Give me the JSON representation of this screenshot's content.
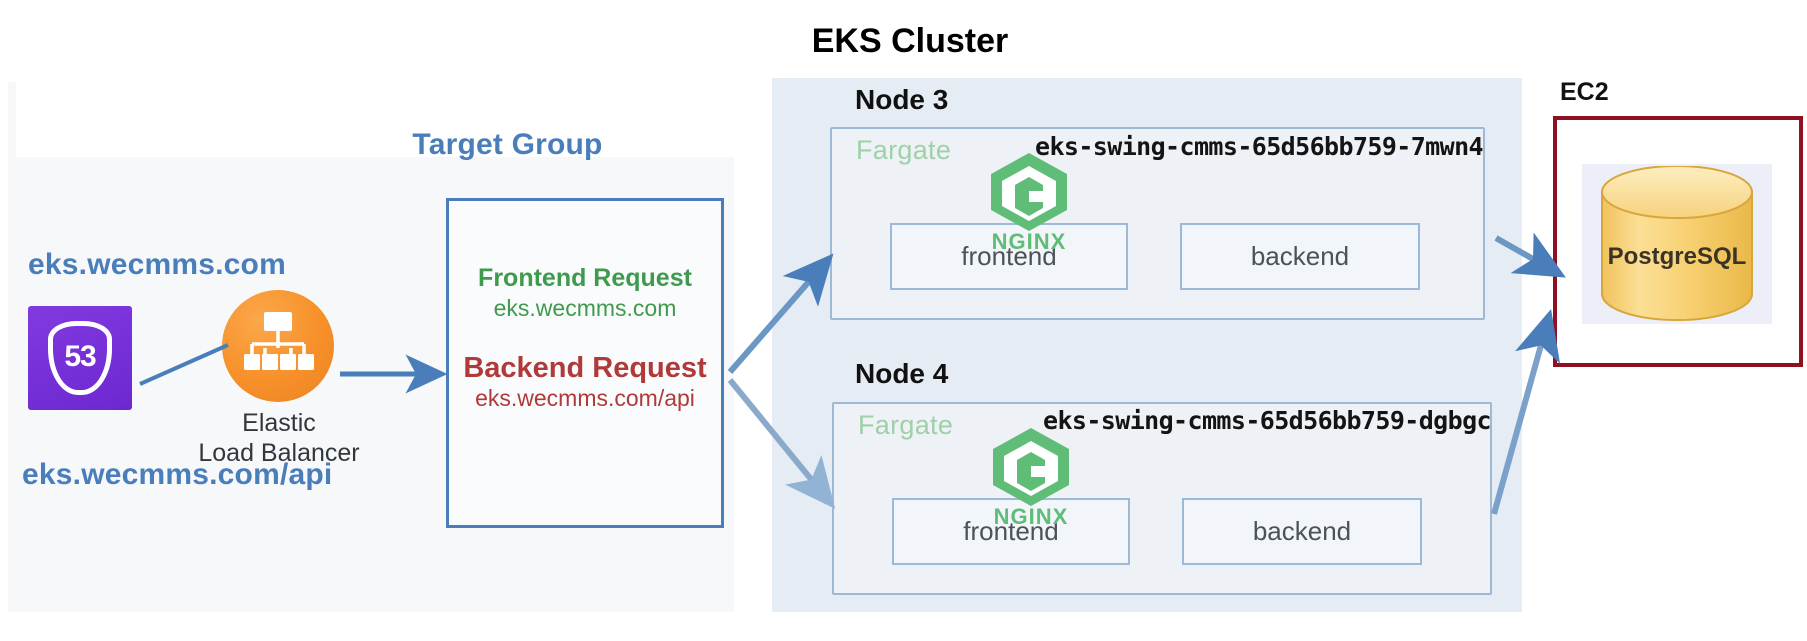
{
  "diagram": {
    "title": "EKS Cluster",
    "left_zone": {
      "public_domain": "eks.wecmms.com",
      "api_domain": "eks.wecmms.com/api",
      "route53": {
        "icon": "route53-icon",
        "number": "53"
      },
      "load_balancer": {
        "icon": "elastic-load-balancer-icon",
        "caption_line1": "Elastic",
        "caption_line2": "Load Balancer"
      }
    },
    "target_group": {
      "title": "Target Group",
      "rules": [
        {
          "id": "frontend",
          "title": "Frontend Request",
          "url": "eks.wecmms.com",
          "color": "#3f9a4e"
        },
        {
          "id": "backend",
          "title": "Backend Request",
          "url": "eks.wecmms.com/api",
          "color": "#b03a3a"
        }
      ]
    },
    "eks_cluster": {
      "nodes": [
        {
          "name": "Node 3",
          "compute_label": "Fargate",
          "pod_name": "eks-swing-cmms-65d56bb759-7mwn4",
          "containers": [
            {
              "label": "frontend",
              "icon": "nginx-icon",
              "icon_word": "NGINX"
            },
            {
              "label": "backend"
            }
          ]
        },
        {
          "name": "Node 4",
          "compute_label": "Fargate",
          "pod_name": "eks-swing-cmms-65d56bb759-dgbgc",
          "containers": [
            {
              "label": "frontend",
              "icon": "nginx-icon",
              "icon_word": "NGINX"
            },
            {
              "label": "backend"
            }
          ]
        }
      ]
    },
    "database_zone": {
      "label": "EC2",
      "database": {
        "name": "PostgreSQL",
        "icon": "database-cylinder-icon"
      }
    },
    "colors": {
      "accent_blue": "#4a7ebb",
      "arrow_blue": "#5b8cc0",
      "frontend_green": "#3f9a4e",
      "backend_red": "#b03a3a",
      "nginx_green": "#5fbd78",
      "route53_purple": "#7b3fe4",
      "elb_orange": "#f79029",
      "ec2_border_red": "#8f1121",
      "postgres_yellow": "#f6cf6b",
      "cluster_bg": "#e6ecf3"
    }
  }
}
